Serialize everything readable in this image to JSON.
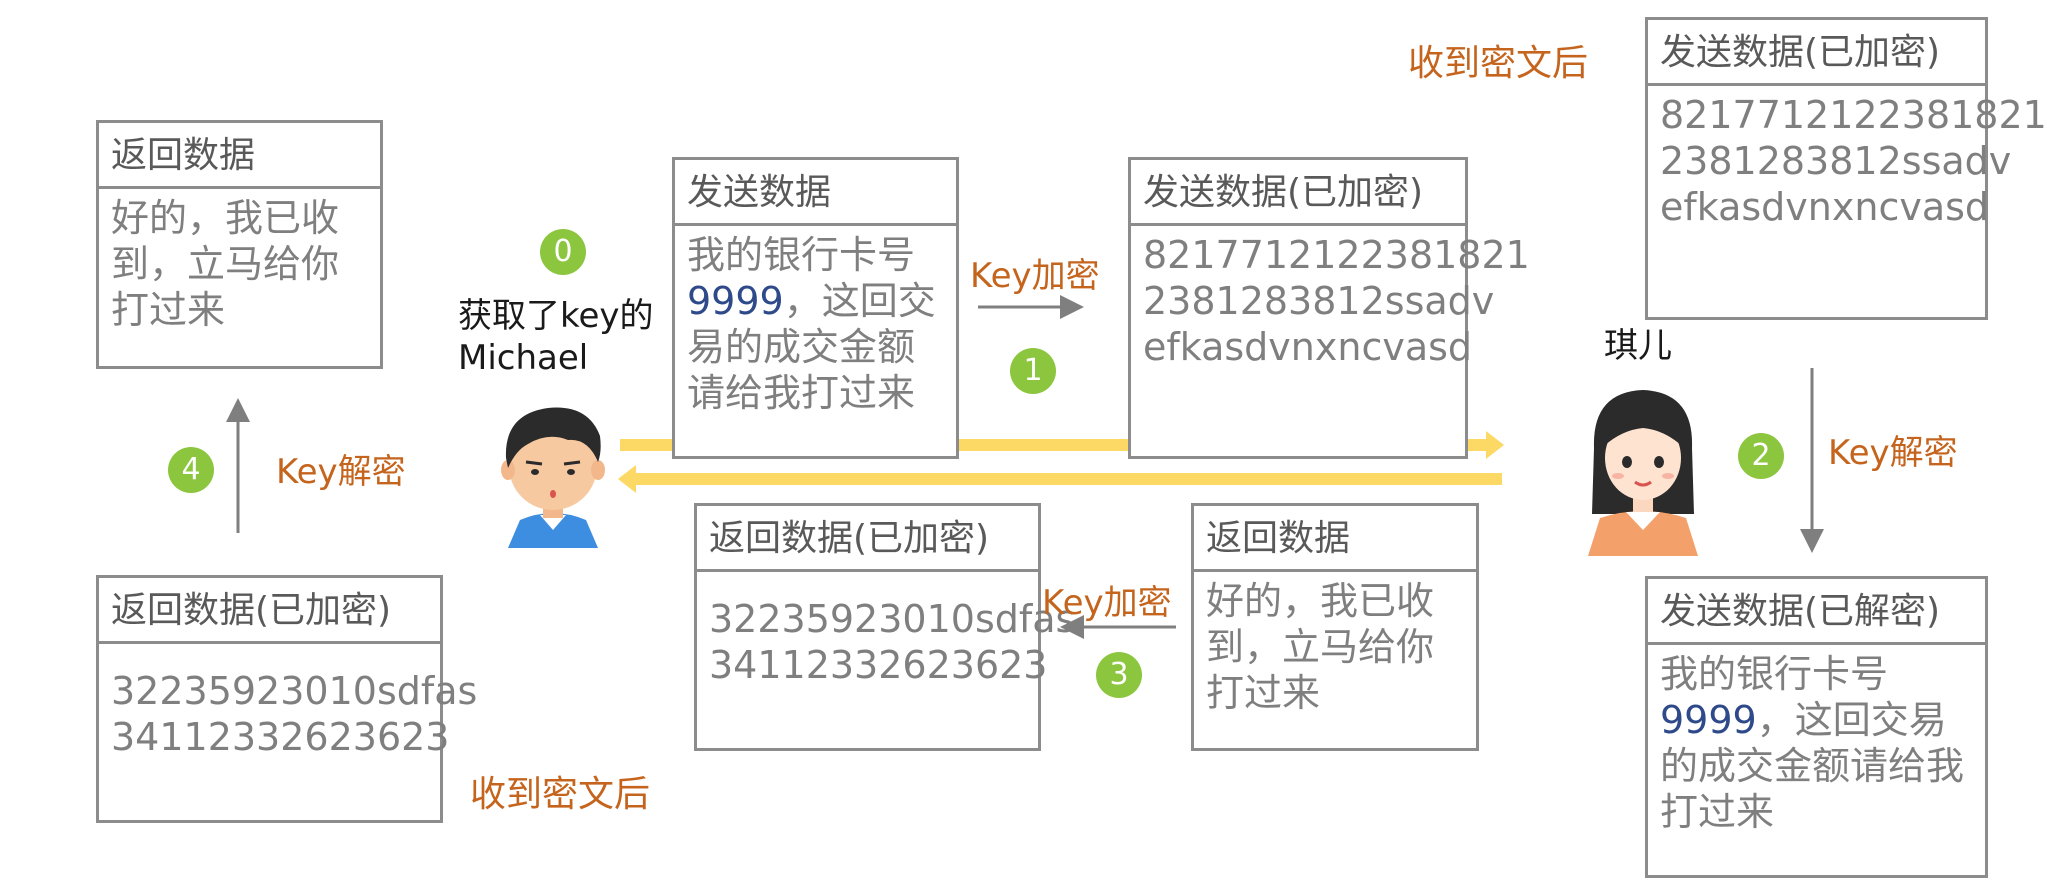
{
  "actors": {
    "michael_label_line1": "获取了key的",
    "michael_label_line2": "Michael",
    "qier_label": "琪儿"
  },
  "labels": {
    "received_cipher_top": "收到密文后",
    "received_cipher_bottom": "收到密文后",
    "key_encrypt_1": "Key加密",
    "key_decrypt_2": "Key解密",
    "key_encrypt_3": "Key加密",
    "key_decrypt_4": "Key解密"
  },
  "steps": {
    "s0": "0",
    "s1": "1",
    "s2": "2",
    "s3": "3",
    "s4": "4"
  },
  "boxes": {
    "return_plain_left": {
      "title": "返回数据",
      "lines": [
        "好的，我已收",
        "到，立马给你",
        "打过来"
      ]
    },
    "return_encrypted_left": {
      "title": "返回数据(已加密)",
      "lines": [
        "32235923010sdfas",
        "34112332623623"
      ]
    },
    "send_plain": {
      "title": "发送数据",
      "line1": "我的银行卡号",
      "line2_num": "9999",
      "line2_rest": "，这回交",
      "line3": "易的成交金额",
      "line4": "请给我打过来"
    },
    "send_encrypted_mid": {
      "title": "发送数据(已加密)",
      "lines": [
        "8217712122381821",
        "2381283812ssadv",
        "efkasdvnxncvasd"
      ]
    },
    "send_encrypted_right": {
      "title": "发送数据(已加密)",
      "lines": [
        "8217712122381821",
        "2381283812ssadv",
        "efkasdvnxncvasd"
      ]
    },
    "return_encrypted_mid": {
      "title": "返回数据(已加密)",
      "lines": [
        "32235923010sdfas",
        "34112332623623"
      ]
    },
    "return_plain_mid": {
      "title": "返回数据",
      "lines": [
        "好的，我已收",
        "到，立马给你",
        "打过来"
      ]
    },
    "send_decrypted_right": {
      "title": "发送数据(已解密)",
      "line1": "我的银行卡号",
      "line2_num": "9999",
      "line2_rest": "，这回交易",
      "line3": "的成交金额请给我",
      "line4": "打过来"
    }
  },
  "colors": {
    "accent_orange": "#c5641d",
    "step_green": "#8cc63f",
    "channel_yellow": "#fcd964",
    "box_border": "#8c8c8c",
    "number_blue": "#2e4a8a"
  }
}
